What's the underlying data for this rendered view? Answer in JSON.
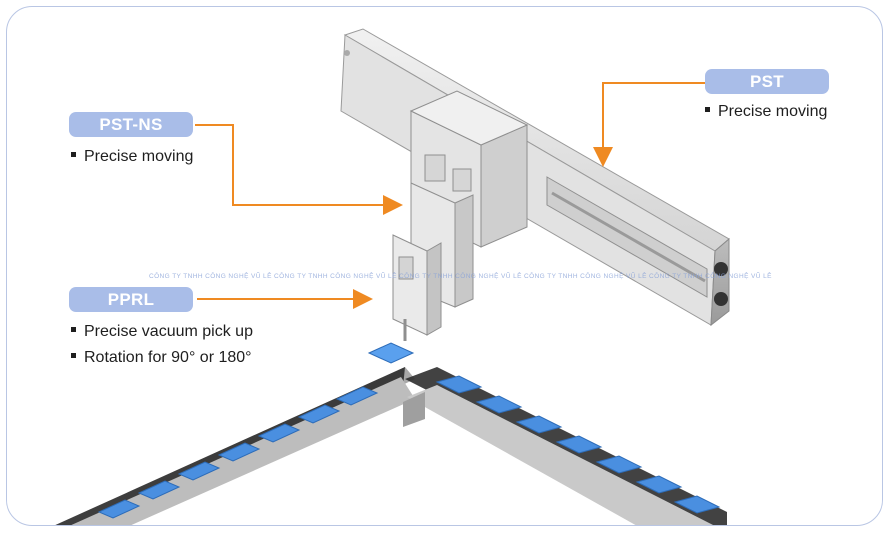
{
  "colors": {
    "tag_bg": "#a9bde8",
    "arrow": "#ef8a22",
    "cube": "#4a8fe0",
    "frame": "#b9c6e4"
  },
  "callouts": {
    "pst_ns": {
      "tag": "PST-NS",
      "bullets": [
        "Precise moving"
      ]
    },
    "pst": {
      "tag": "PST",
      "bullets": [
        "Precise moving"
      ]
    },
    "pprl": {
      "tag": "PPRL",
      "bullets": [
        "Precise vacuum pick up",
        "Rotation for 90° or 180°"
      ]
    }
  },
  "watermark": "CÔNG TY TNHH CÔNG NGHỆ VŨ LÊ CÔNG TY TNHH CÔNG NGHỆ VŨ LÊ CÔNG TY TNHH CÔNG NGHỆ VŨ LÊ CÔNG TY TNHH CÔNG NGHỆ VŨ LÊ CÔNG TY TNHH CÔNG NGHỆ VŨ LÊ"
}
